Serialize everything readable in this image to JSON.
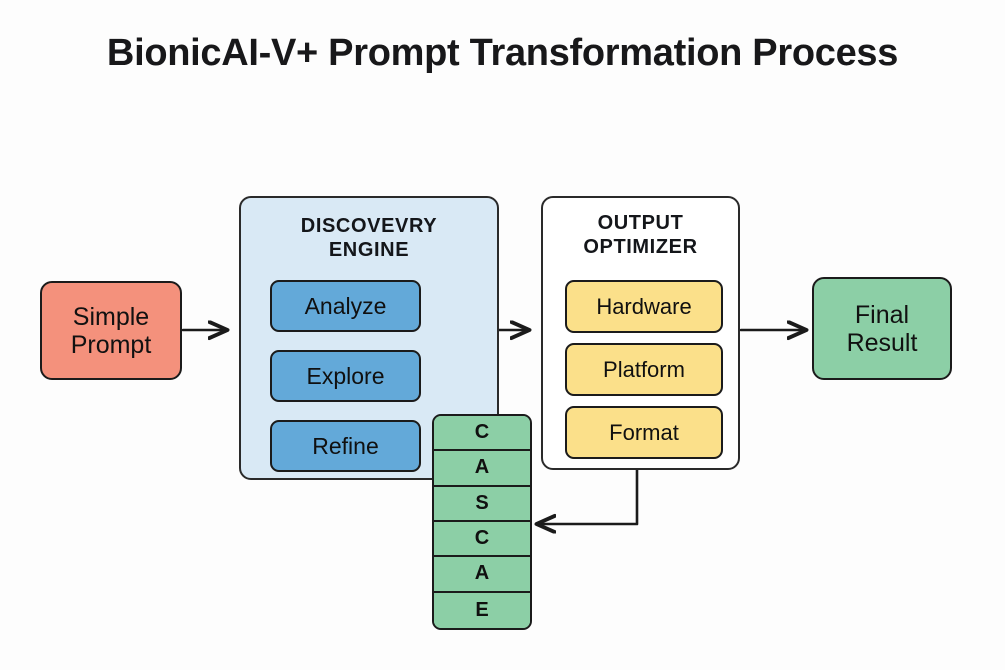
{
  "title": "BionicAI-V+ Prompt Transformation Process",
  "input": {
    "label": "Simple\nPrompt",
    "color": "#F4917C"
  },
  "discovery_engine": {
    "title": "DISCOVEVRY\nENGINE",
    "panel_color": "#D9E9F5",
    "step_color": "#63A9D9",
    "steps": [
      {
        "label": "Analyze"
      },
      {
        "label": "Explore"
      },
      {
        "label": "Refine"
      }
    ]
  },
  "cascade": {
    "color": "#8CCFA6",
    "letters": [
      "C",
      "A",
      "S",
      "C",
      "A",
      "E"
    ]
  },
  "output_optimizer": {
    "title": "OUTPUT\nOPTIMIZER",
    "panel_color": "#FFFFFF",
    "item_color": "#FBE08A",
    "items": [
      {
        "label": "Hardware"
      },
      {
        "label": "Platform"
      },
      {
        "label": "Format"
      }
    ]
  },
  "output": {
    "label": "Final\nResult",
    "color": "#8CCFA6"
  },
  "connectors": {
    "stroke_color": "#1b1b1b",
    "input_to_engine": "arrow-right",
    "analyze_to_explore": "arrow-down",
    "explore_to_refine": "arrow-down",
    "engine_to_optimizer": "arrow-right",
    "optimizer_to_result": "arrow-right",
    "steps_to_cascade": "elbow-lines",
    "format_feedback_to_cascade": "arrow-left"
  }
}
